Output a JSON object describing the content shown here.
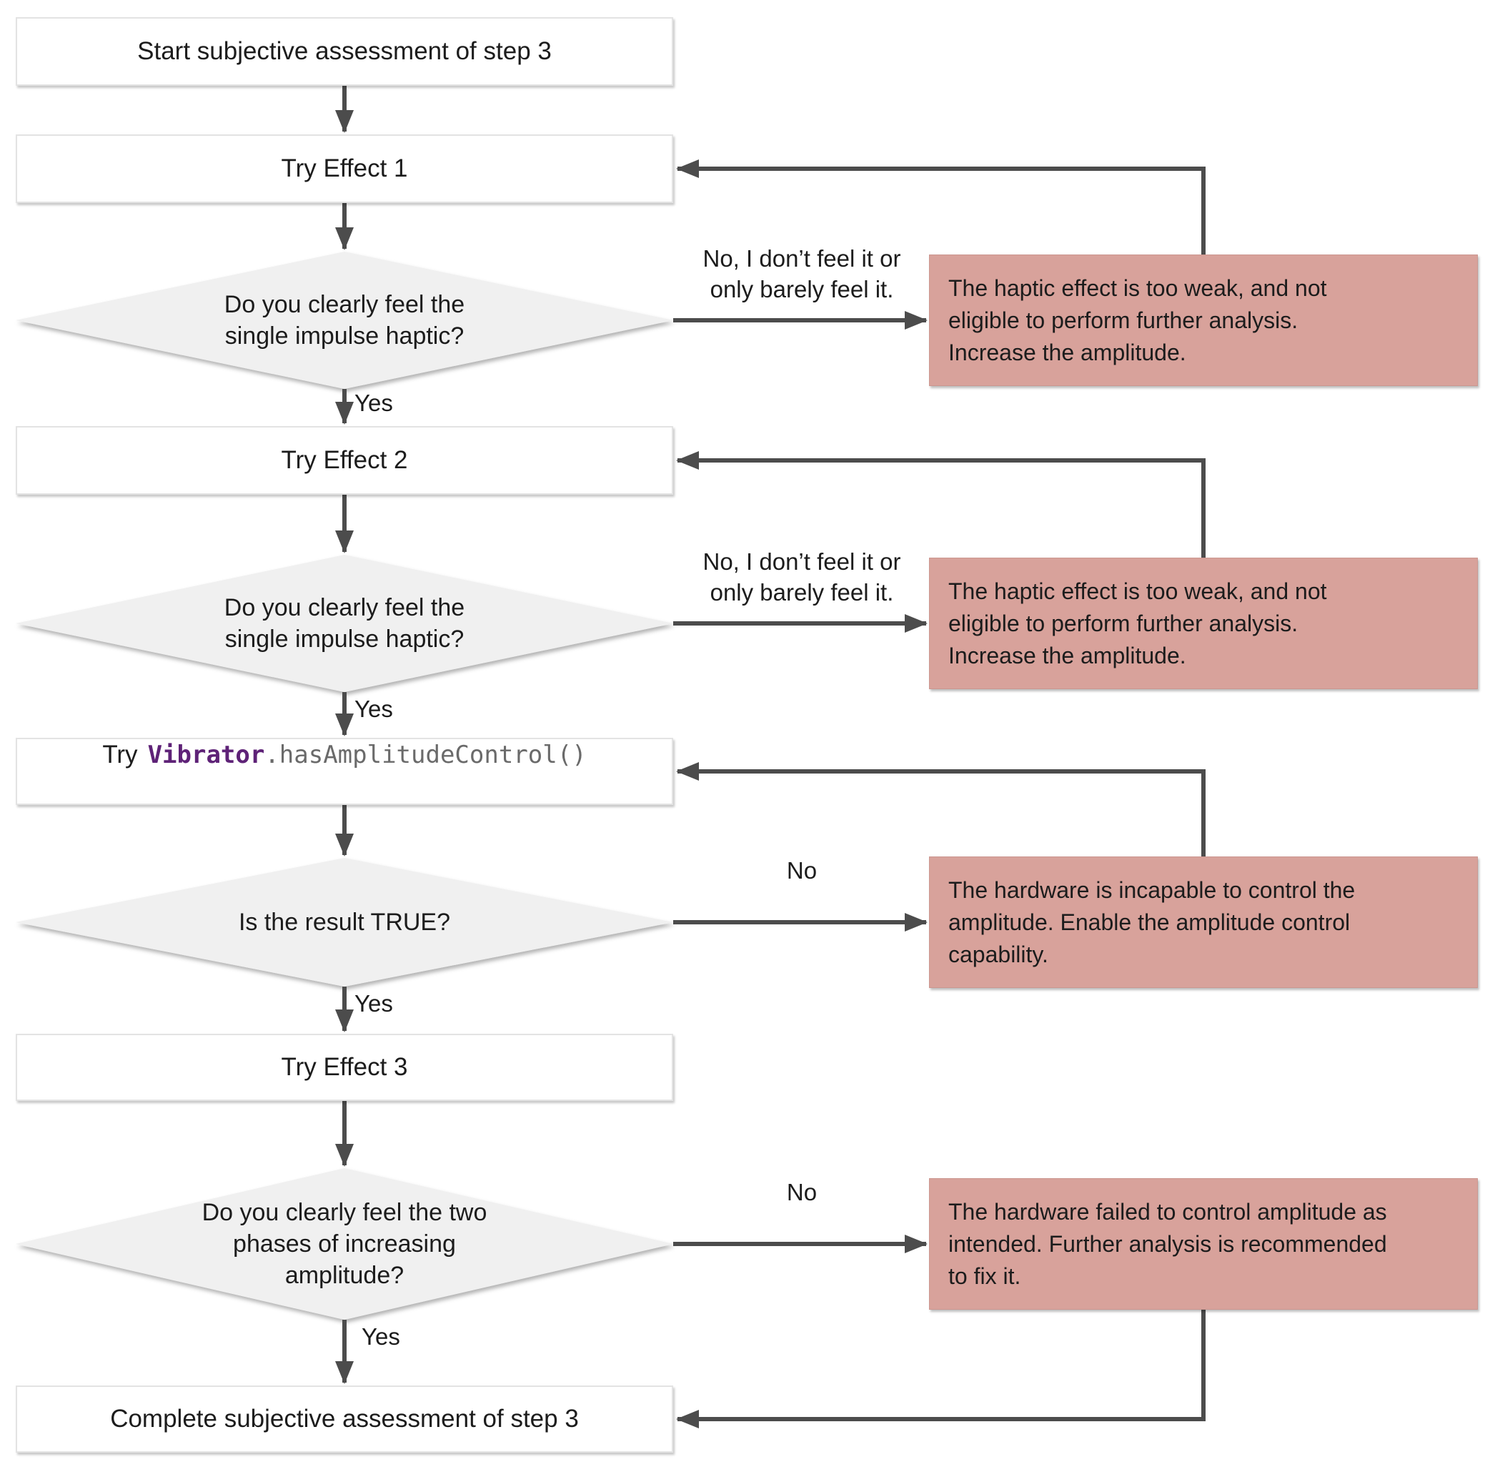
{
  "colors": {
    "alert_fill": "#d8a29b",
    "arrow": "#4c4c4c",
    "diamond_fill": "#f0f0f0",
    "code_object_color": "#5e2277",
    "code_method_color": "#6a6a6a"
  },
  "nodes": {
    "start": "Start subjective assessment of step 3",
    "try_effect_1": "Try Effect 1",
    "try_effect_2": "Try Effect 2",
    "try_effect_3": "Try Effect 3",
    "complete": "Complete subjective assessment of step 3",
    "code": {
      "prefix": "Try",
      "object": "Vibrator",
      "method": ".hasAmplitudeControl()"
    }
  },
  "decisions": {
    "impulse": "Do you clearly feel the\nsingle impulse haptic?",
    "result_true": "Is the result TRUE?",
    "two_phases": "Do you clearly feel the two\nphases of increasing\namplitude?"
  },
  "edge_labels": {
    "yes": "Yes",
    "no": "No",
    "no_weak": "No, I don’t feel it or\nonly barely feel it."
  },
  "alerts": {
    "too_weak": "The haptic effect is too weak, and not\neligible to perform further analysis.\nIncrease the amplitude.",
    "no_amplitude_control": "The hardware is incapable to control the\namplitude. Enable the amplitude control\ncapability.",
    "failed_control": "The hardware failed to control amplitude as\nintended. Further analysis is recommended\nto fix it."
  }
}
